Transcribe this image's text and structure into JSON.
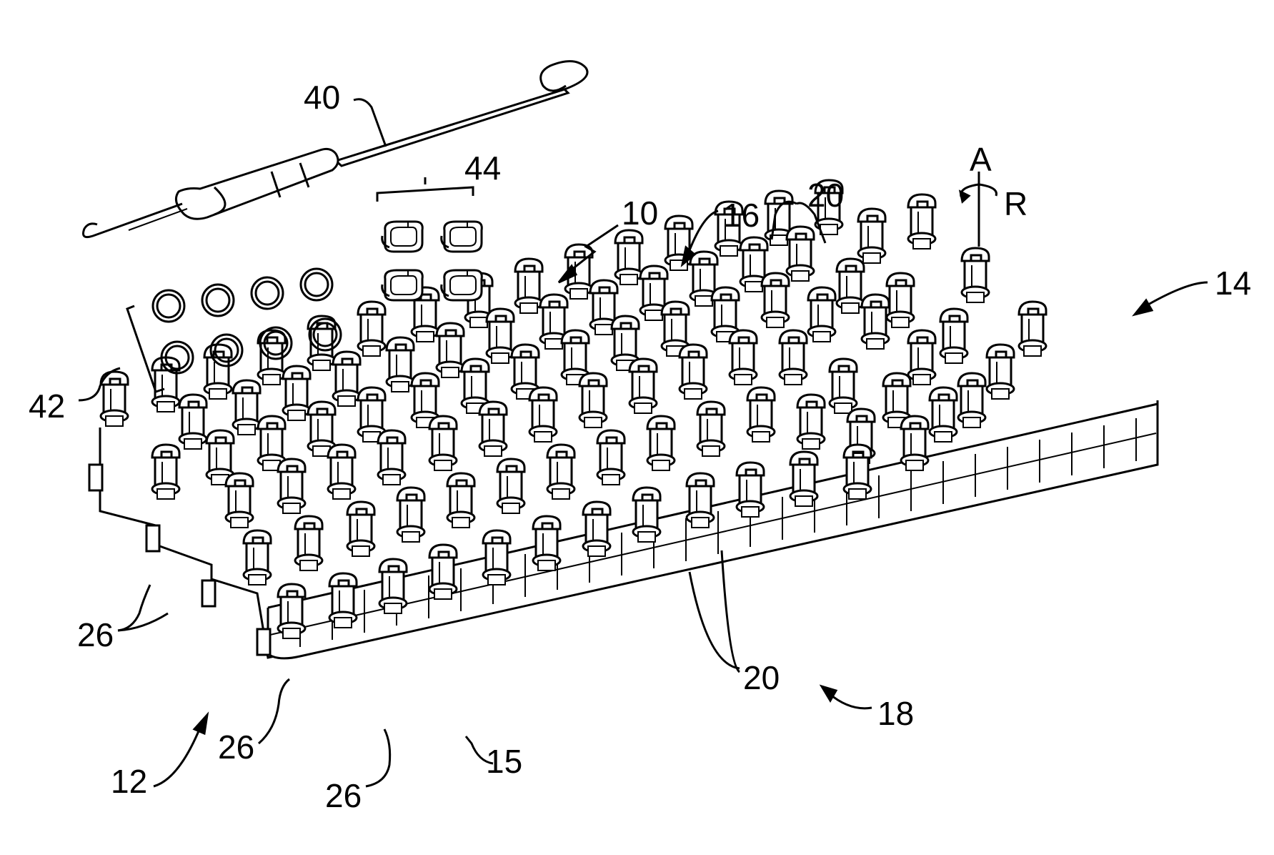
{
  "figure": {
    "labels": {
      "ref_10": "10",
      "ref_12": "12",
      "ref_14": "14",
      "ref_15": "15",
      "ref_16": "16",
      "ref_18": "18",
      "ref_20_top": "20",
      "ref_20_bottom": "20",
      "ref_26_a": "26",
      "ref_26_b": "26",
      "ref_26_c": "26",
      "ref_40": "40",
      "ref_42": "42",
      "ref_44": "44",
      "axis_A": "A",
      "axis_R": "R"
    },
    "components": {
      "loom_board": "loom-board",
      "hook_tool": "hook-tool",
      "rubber_bands": "rubber-bands",
      "c_clips": "c-clips"
    }
  }
}
